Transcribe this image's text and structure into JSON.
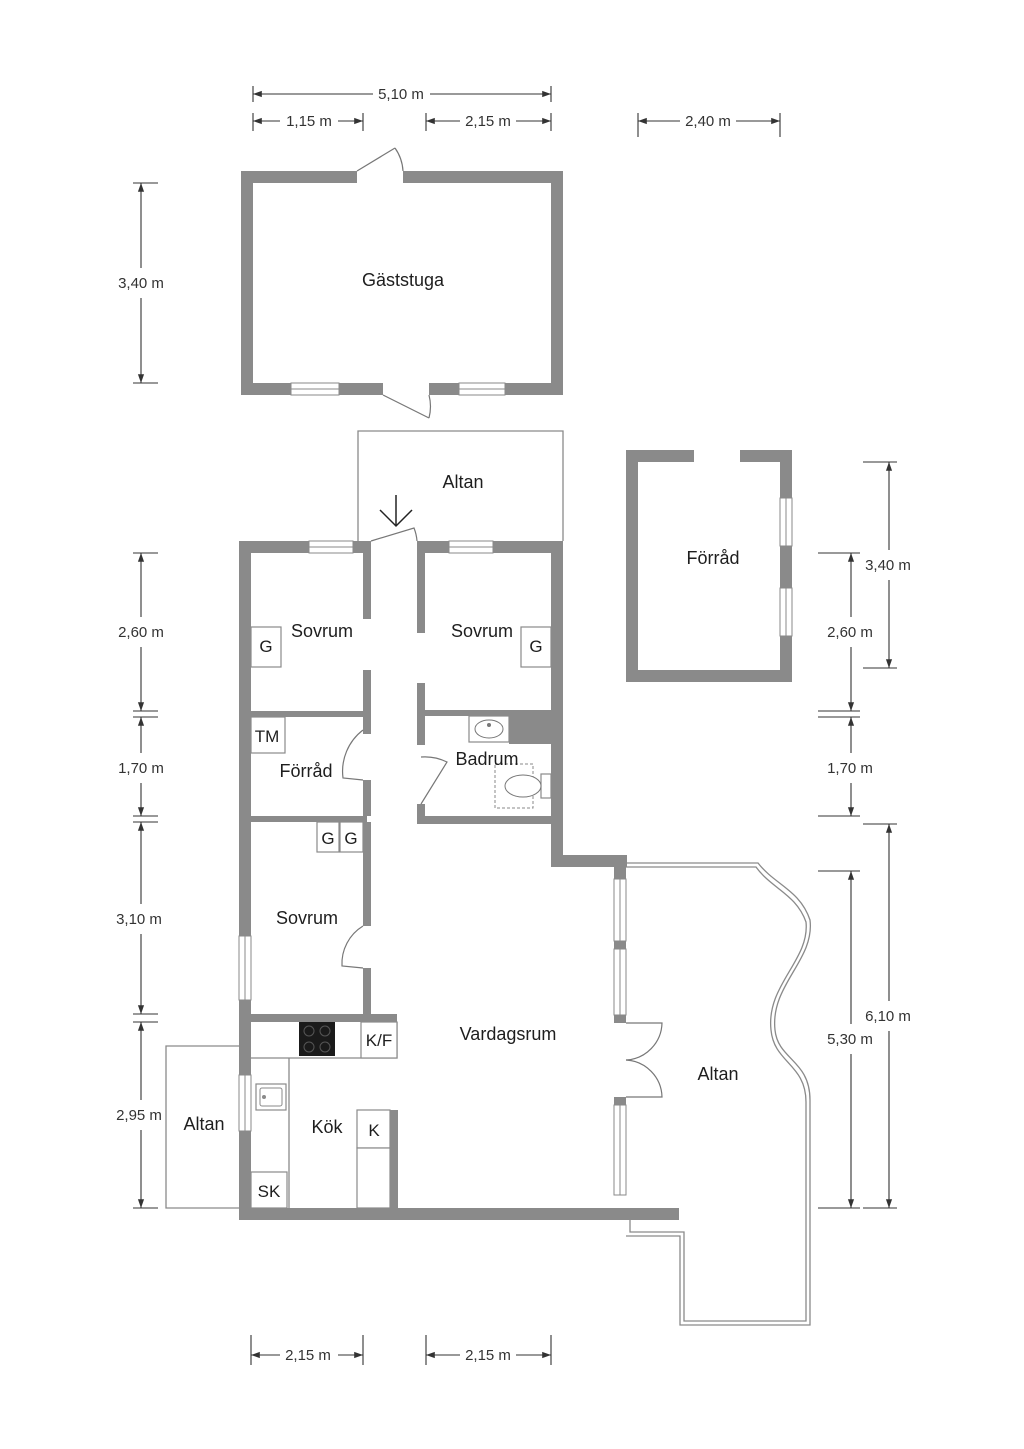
{
  "rooms": {
    "gaststuga": "Gäststuga",
    "altan_top": "Altan",
    "forrad_right": "Förråd",
    "sovrum_left": "Sovrum",
    "sovrum_right": "Sovrum",
    "forrad_small": "Förråd",
    "badrum": "Badrum",
    "sovrum_bottom": "Sovrum",
    "vardagsrum": "Vardagsrum",
    "kok": "Kök",
    "altan_left": "Altan",
    "altan_right": "Altan"
  },
  "fixtures": {
    "g1": "G",
    "g2": "G",
    "g3": "G",
    "g4": "G",
    "tm": "TM",
    "kf": "K/F",
    "k": "K",
    "sk": "SK"
  },
  "dimensions": {
    "top_total": "5,10 m",
    "top_left": "1,15 m",
    "top_right": "2,15 m",
    "top_shed": "2,40 m",
    "guest_height": "3,40 m",
    "left_1": "2,60 m",
    "left_2": "1,70 m",
    "left_3": "3,10 m",
    "left_4": "2,95 m",
    "right_shed": "3,40 m",
    "right_1": "2,60 m",
    "right_2": "1,70 m",
    "right_inner": "5,30 m",
    "right_outer": "6,10 m",
    "bottom_left": "2,15 m",
    "bottom_right": "2,15 m"
  }
}
